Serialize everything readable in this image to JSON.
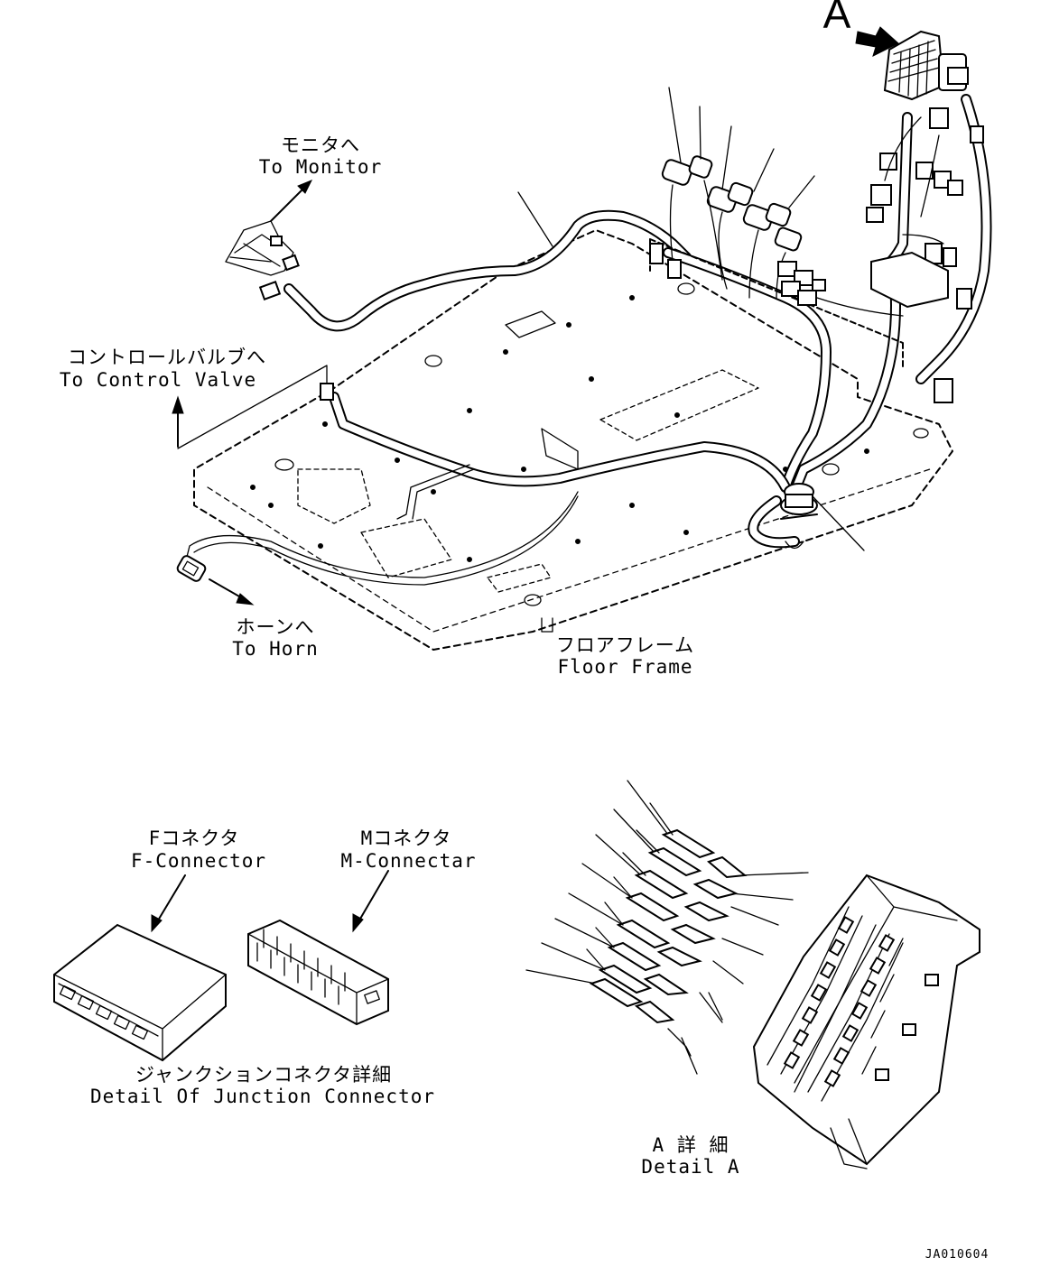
{
  "detail_marker": "A",
  "labels": {
    "to_monitor_jp": "モニタへ",
    "to_monitor_en": "To Monitor",
    "to_control_valve_jp": "コントロールバルブへ",
    "to_control_valve_en": "To Control Valve",
    "to_horn_jp": "ホーンへ",
    "to_horn_en": "To Horn",
    "floor_frame_jp": "フロアフレーム",
    "floor_frame_en": "Floor Frame",
    "f_connector_jp": "Fコネクタ",
    "f_connector_en": "F-Connector",
    "m_connector_jp": "Mコネクタ",
    "m_connector_en": "M-Connectar",
    "junction_detail_jp": "ジャンクションコネクタ詳細",
    "junction_detail_en": "Detail Of Junction Connector",
    "detail_a_jp": "A 詳 細",
    "detail_a_en": "Detail A",
    "drawing_code": "JA010604"
  }
}
